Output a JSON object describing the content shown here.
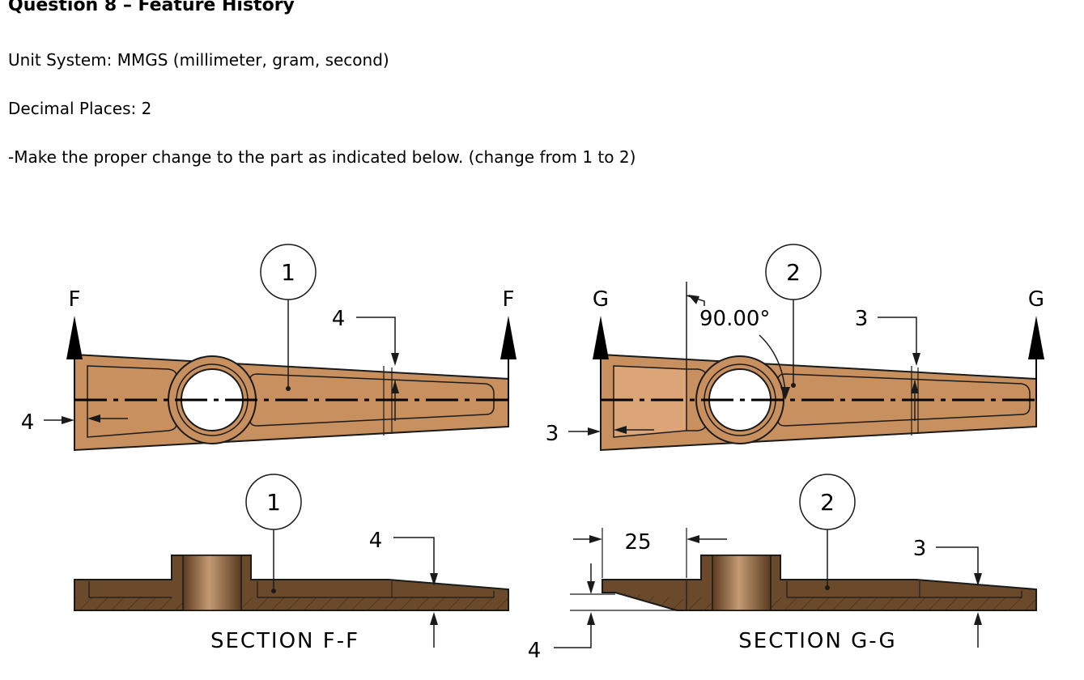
{
  "header": {
    "title": "Question 8 – Feature History",
    "unit_system": "Unit System: MMGS (millimeter, gram, second)",
    "decimal_places": "Decimal Places: 2",
    "instruction": "-Make the proper change to the part as indicated below. (change from 1 to 2)"
  },
  "drawing": {
    "top_left": {
      "balloon": "1",
      "section_letter": "F",
      "dim_rib": "4",
      "dim_wall": "4"
    },
    "top_right": {
      "balloon": "2",
      "section_letter": "G",
      "dim_angle": "90.00°",
      "dim_rib": "3",
      "dim_wall": "3"
    },
    "bottom_left": {
      "balloon": "1",
      "dim_rib": "4",
      "section_label": "SECTION F-F"
    },
    "bottom_right": {
      "balloon": "2",
      "dim_length": "25",
      "dim_rib": "3",
      "dim_thickness": "4",
      "section_label": "SECTION G-G"
    },
    "colors": {
      "part_fill": "#c8905e",
      "part_light": "#dba578",
      "section_fill": "#6b4a2c",
      "boss_light": "#c39a74",
      "line": "#1a1a1a"
    }
  }
}
